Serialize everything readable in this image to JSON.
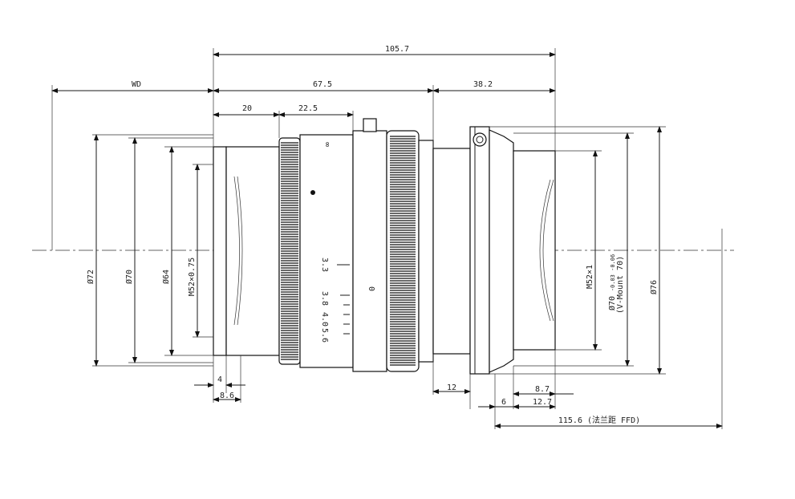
{
  "dimensions": {
    "overall_length": "105.7",
    "working_distance": "WD",
    "front_length": "67.5",
    "rear_length": "38.2",
    "front_ring_offset": "20",
    "focus_ring_width": "22.5",
    "front_dia_72": "Ø72",
    "front_dia_70": "Ø70",
    "front_dia_64": "Ø64",
    "filter_thread": "M52×0.75",
    "rear_thread": "M52×1",
    "rear_dia_70": "Ø70",
    "rear_dia_70_tol": "-0.03 -0.06",
    "mount_type": "(V-Mount 70)",
    "rear_dia_76": "Ø76",
    "front_cap_4": "4",
    "front_cap_8_6": "8.6",
    "mount_depth_12": "12",
    "flange_6": "6",
    "flange_12_7": "12.7",
    "flange_8_7": "8.7",
    "ffd": "115.6 (法兰距 FFD)"
  },
  "scale_markings": {
    "aperture_a": "3.3",
    "aperture_b": "3.8",
    "aperture_c": "4.0",
    "aperture_d": "5.6",
    "aperture_e": "8",
    "top_marks": "∞",
    "focus_index": "0"
  }
}
